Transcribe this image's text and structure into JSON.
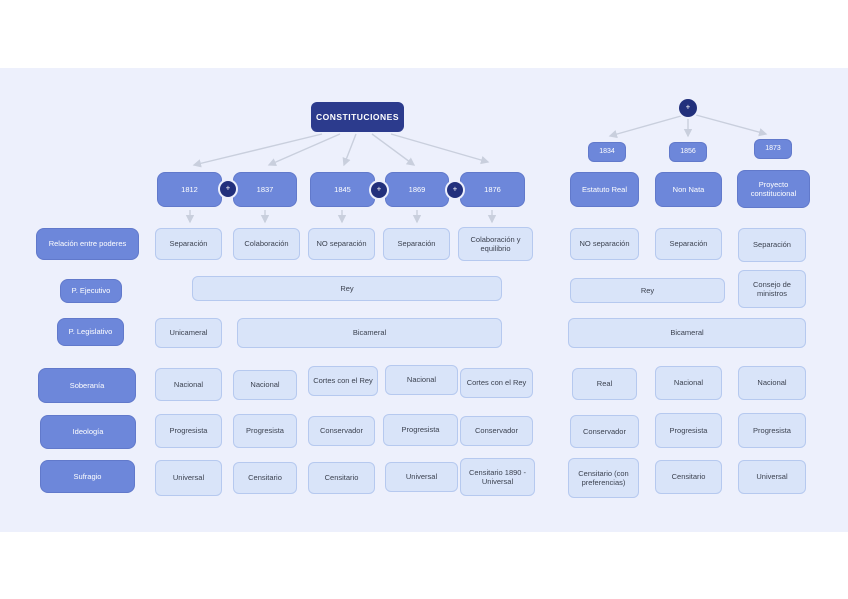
{
  "root": {
    "label": "CONSTITUCIONES"
  },
  "row_labels": [
    "Relación entre poderes",
    "P. Ejecutivo",
    "P. Legislativo",
    "Soberanía",
    "Ideología",
    "Sufragio"
  ],
  "link_badge": {
    "glyph": "+"
  },
  "left": {
    "years": [
      "1812",
      "1837",
      "1845",
      "1869",
      "1876"
    ],
    "relacion": [
      "Separación",
      "Colaboración",
      "NO separación",
      "Separación",
      "Colaboración y equilibrio"
    ],
    "ejecutivo": "Rey",
    "legislativo": {
      "unicameral": "Unicameral",
      "bicameral": "Bicameral"
    },
    "soberania": [
      "Nacional",
      "Nacional",
      "Cortes con el Rey",
      "Nacional",
      "Cortes con el Rey"
    ],
    "ideologia": [
      "Progresista",
      "Progresista",
      "Conservador",
      "Progresista",
      "Conservador"
    ],
    "sufragio": [
      "Universal",
      "Censitario",
      "Censitario",
      "Universal",
      "Censitario 1890 - Universal"
    ]
  },
  "right": {
    "years": [
      "1834",
      "1856",
      "1873"
    ],
    "names": [
      "Estatuto Real",
      "Non Nata",
      "Proyecto constitucional"
    ],
    "relacion": [
      "NO separación",
      "Separación",
      "Separación"
    ],
    "ejecutivo": {
      "rey": "Rey",
      "consejo": "Consejo de ministros"
    },
    "legislativo": "Bicameral",
    "soberania": [
      "Real",
      "Nacional",
      "Nacional"
    ],
    "ideologia": [
      "Conservador",
      "Progresista",
      "Progresista"
    ],
    "sufragio": [
      "Censitario (con preferencias)",
      "Censitario",
      "Universal"
    ]
  },
  "colors": {
    "board_bg": "#edf0fc",
    "node_dark": "#2c3b8d",
    "node_mid": "#6d87da",
    "node_light": "#d9e4f9",
    "node_light_border": "#b6c9ef",
    "connector": "#c9cfdd",
    "text_on_light": "#3c4250"
  }
}
